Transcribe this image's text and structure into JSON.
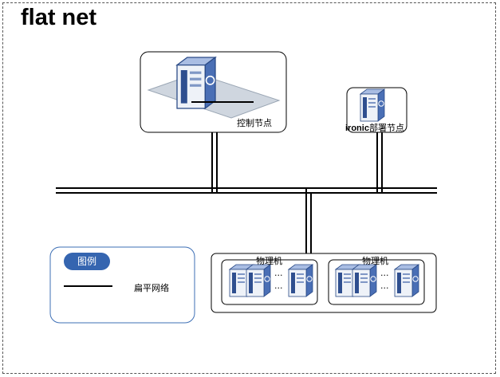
{
  "title": "flat net",
  "controller": {
    "label": "控制节点"
  },
  "ironic": {
    "label_prefix": "ironic",
    "label_suffix": "部署节点"
  },
  "physical_groups": [
    {
      "label": "物理机",
      "ellipsis": "..."
    },
    {
      "label": "物理机",
      "ellipsis": "..."
    }
  ],
  "legend": {
    "title": "图例",
    "items": [
      {
        "label": "扁平网络"
      }
    ]
  },
  "colors": {
    "server_body": "#6f8fc9",
    "server_front": "#2f4f8f",
    "legend_badge": "#3565b0",
    "legend_border": "#3d6fb5",
    "platform": "#cfd6df"
  }
}
